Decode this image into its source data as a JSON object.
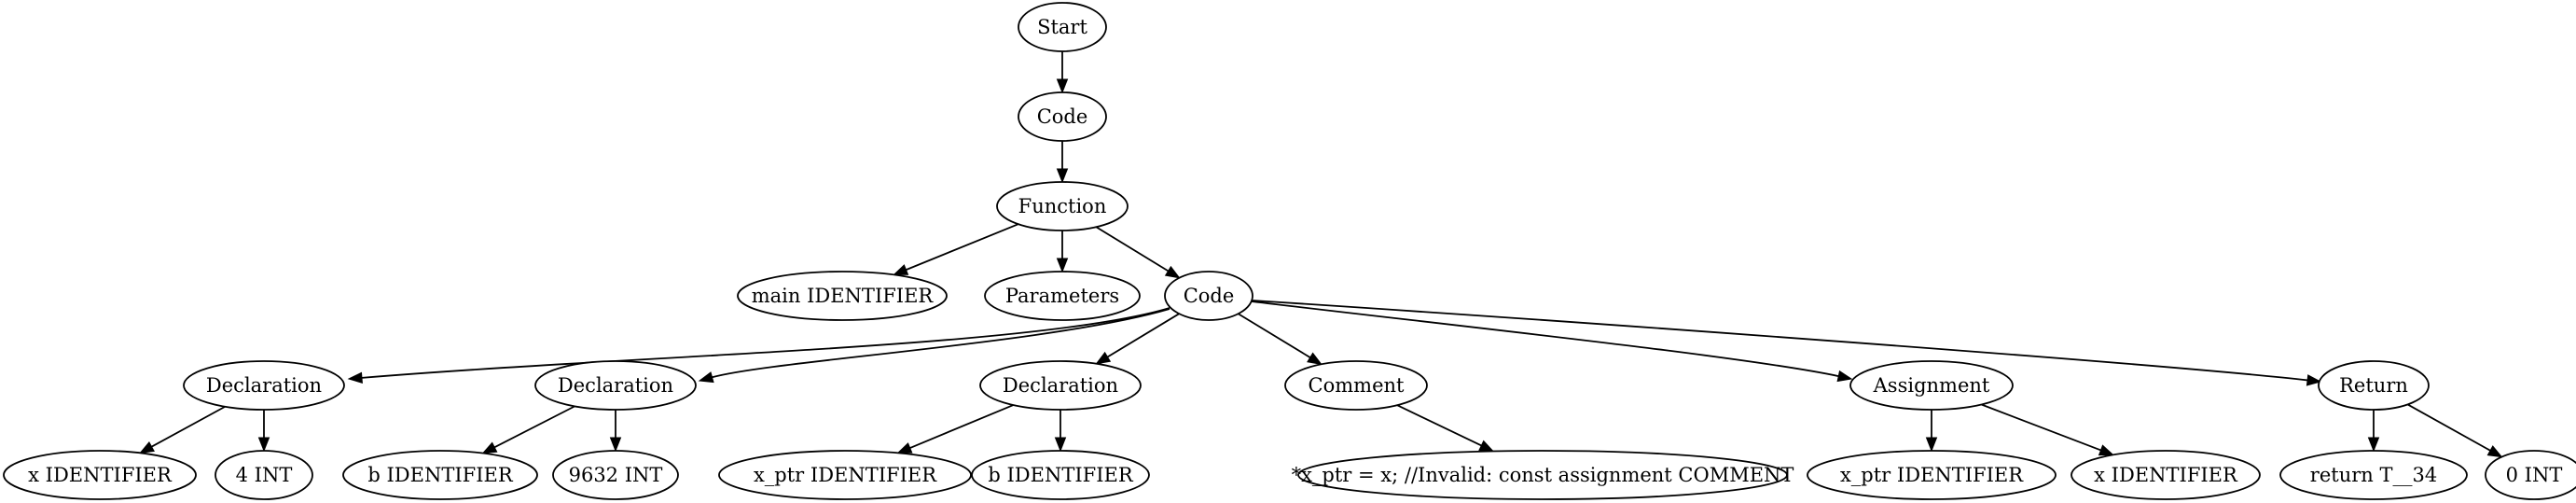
{
  "nodes": [
    {
      "id": "n1",
      "label": "Start"
    },
    {
      "id": "n2",
      "label": "Code"
    },
    {
      "id": "n3",
      "label": "Function"
    },
    {
      "id": "n4",
      "label": "main IDENTIFIER"
    },
    {
      "id": "n5",
      "label": "Parameters"
    },
    {
      "id": "n6",
      "label": "Code"
    },
    {
      "id": "n7",
      "label": "Declaration"
    },
    {
      "id": "n8",
      "label": "x IDENTIFIER"
    },
    {
      "id": "n9",
      "label": "4 INT"
    },
    {
      "id": "n10",
      "label": "Declaration"
    },
    {
      "id": "n11",
      "label": "b IDENTIFIER"
    },
    {
      "id": "n12",
      "label": "9632 INT"
    },
    {
      "id": "n13",
      "label": "Declaration"
    },
    {
      "id": "n14",
      "label": "x_ptr IDENTIFIER"
    },
    {
      "id": "n15",
      "label": "b IDENTIFIER"
    },
    {
      "id": "n16",
      "label": "Comment"
    },
    {
      "id": "n17",
      "label": "*x_ptr = x; //Invalid: const assignment COMMENT"
    },
    {
      "id": "n18",
      "label": "Assignment"
    },
    {
      "id": "n19",
      "label": "x_ptr IDENTIFIER"
    },
    {
      "id": "n20",
      "label": "x IDENTIFIER"
    },
    {
      "id": "n21",
      "label": "Return"
    },
    {
      "id": "n22",
      "label": "return T__34"
    },
    {
      "id": "n23",
      "label": "0 INT"
    }
  ],
  "edges": [
    {
      "from": "n1",
      "to": "n2"
    },
    {
      "from": "n2",
      "to": "n3"
    },
    {
      "from": "n3",
      "to": "n4"
    },
    {
      "from": "n3",
      "to": "n5"
    },
    {
      "from": "n3",
      "to": "n6"
    },
    {
      "from": "n6",
      "to": "n7"
    },
    {
      "from": "n7",
      "to": "n8"
    },
    {
      "from": "n7",
      "to": "n9"
    },
    {
      "from": "n6",
      "to": "n10"
    },
    {
      "from": "n10",
      "to": "n11"
    },
    {
      "from": "n10",
      "to": "n12"
    },
    {
      "from": "n6",
      "to": "n13"
    },
    {
      "from": "n13",
      "to": "n14"
    },
    {
      "from": "n13",
      "to": "n15"
    },
    {
      "from": "n6",
      "to": "n16"
    },
    {
      "from": "n16",
      "to": "n17"
    },
    {
      "from": "n6",
      "to": "n18"
    },
    {
      "from": "n18",
      "to": "n19"
    },
    {
      "from": "n18",
      "to": "n20"
    },
    {
      "from": "n6",
      "to": "n21"
    },
    {
      "from": "n21",
      "to": "n22"
    },
    {
      "from": "n21",
      "to": "n23"
    }
  ]
}
